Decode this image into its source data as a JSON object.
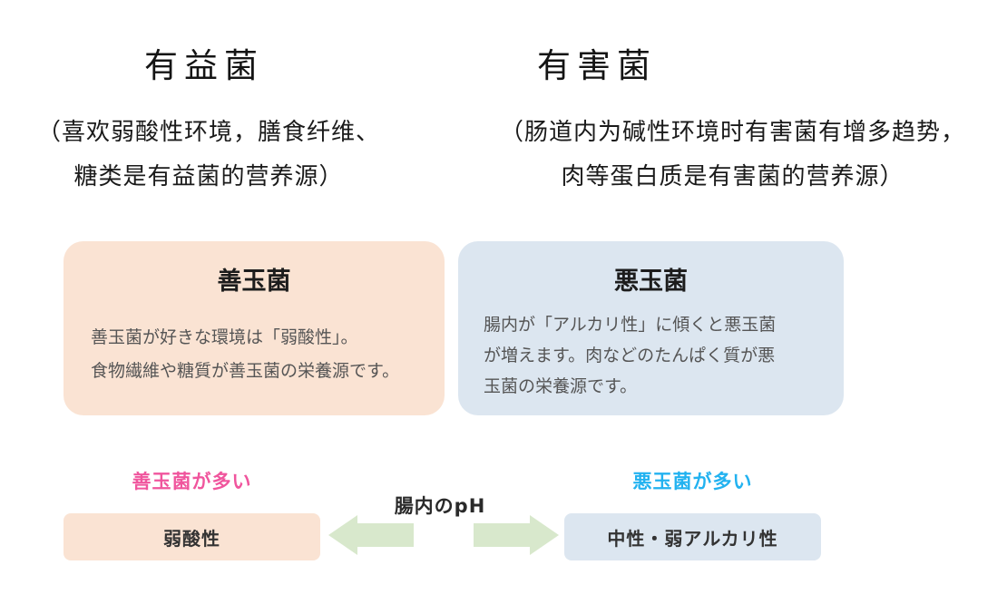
{
  "beneficial_column": {
    "heading": "有益菌",
    "description": "（喜欢弱酸性环境，膳食纤维、\n糖类是有益菌的营养源）"
  },
  "harmful_column": {
    "heading": "有害菌",
    "description": "（肠道内为碱性环境时有害菌有增多趋势，\n肉等蛋白质是有害菌的营养源）"
  },
  "cards": {
    "good": {
      "title": "善玉菌",
      "body": "善玉菌が好きな環境は「弱酸性」。\n食物繊維や糖質が善玉菌の栄養源です。",
      "bg_color": "#fae3d3"
    },
    "bad": {
      "title": "悪玉菌",
      "body": "腸内が「アルカリ性」に傾くと悪玉菌\nが増えます。肉などのたんぱく質が悪\n玉菌の栄養源です。",
      "bg_color": "#dce6f0"
    }
  },
  "ph_scale": {
    "good_side_label": "善玉菌が多い",
    "good_side_label_color": "#f0559d",
    "bad_side_label": "悪玉菌が多い",
    "bad_side_label_color": "#22b2f0",
    "center_label": "腸内のpH",
    "acid_box_label": "弱酸性",
    "acid_box_bg": "#fae3d3",
    "alkali_box_label": "中性・弱アルカリ性",
    "alkali_box_bg": "#dce6f0",
    "arrow_color": "#d8e8cc"
  }
}
